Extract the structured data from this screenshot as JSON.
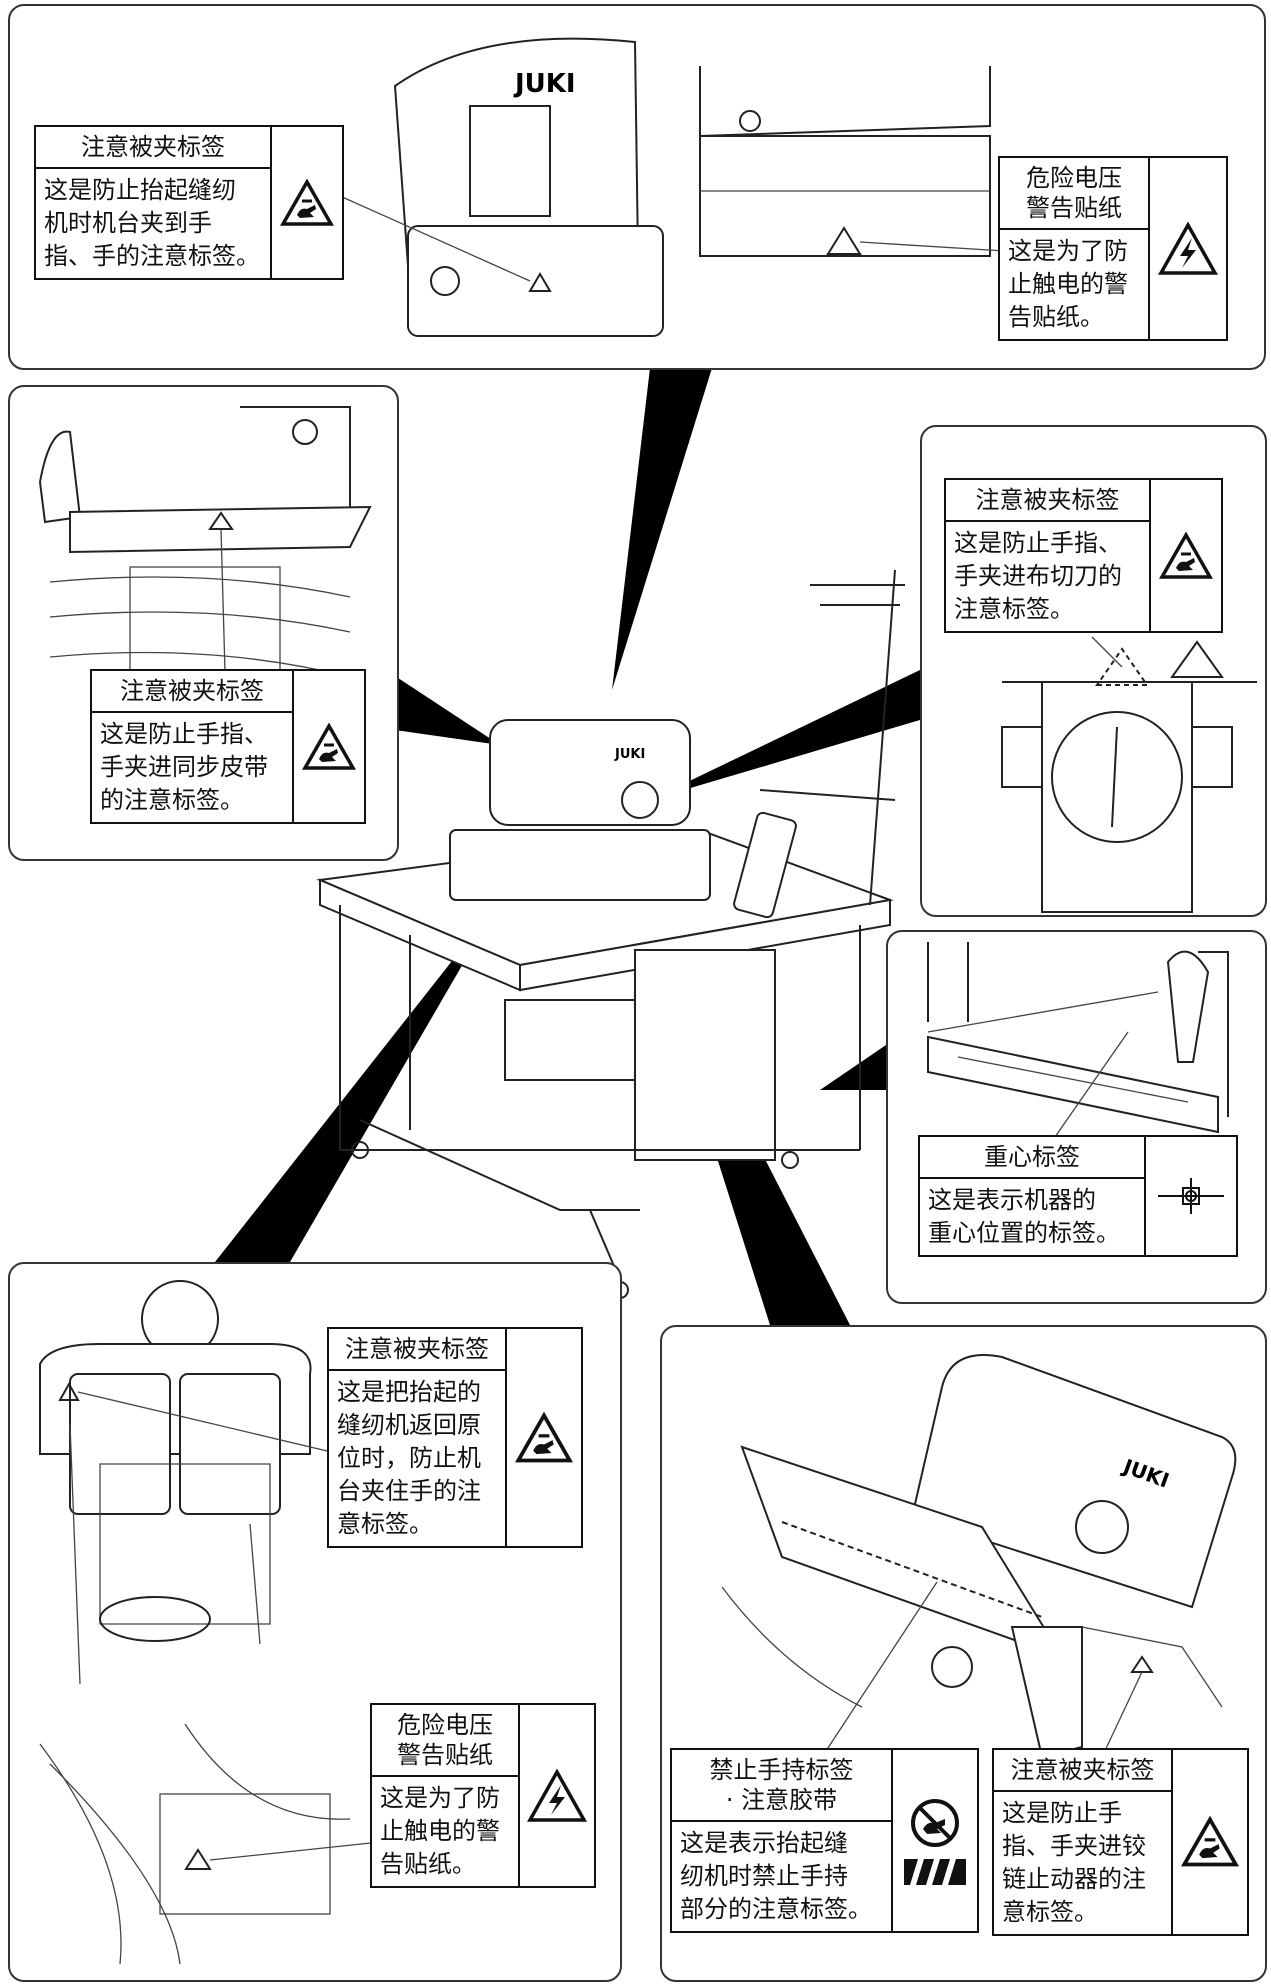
{
  "labels": {
    "top_left": {
      "title": "注意被夹标签",
      "body": "这是防止抬起缝纫\n机时机台夹到手\n指、手的注意标签。",
      "icon": "hand-pinch-warning-icon"
    },
    "top_right": {
      "title": "危险电压\n警告贴纸",
      "body": "这是为了防\n止触电的警\n告贴纸。",
      "icon": "high-voltage-warning-icon"
    },
    "mid_left": {
      "title": "注意被夹标签",
      "body": "这是防止手指、\n手夹进同步皮带\n的注意标签。",
      "icon": "hand-pinch-warning-icon"
    },
    "mid_right": {
      "title": "注意被夹标签",
      "body": "这是防止手指、\n手夹进布切刀的\n注意标签。",
      "icon": "hand-pinch-warning-icon"
    },
    "gravity": {
      "title": "重心标签",
      "body": "这是表示机器的\n重心位置的标签。",
      "icon": "center-of-gravity-icon"
    },
    "bottom_left_upper": {
      "title": "注意被夹标签",
      "body": "这是把抬起的\n缝纫机返回原\n位时，防止机\n台夹住手的注\n意标签。",
      "icon": "hand-pinch-warning-icon"
    },
    "bottom_left_lower": {
      "title": "危险电压\n警告贴纸",
      "body": "这是为了防\n止触电的警\n告贴纸。",
      "icon": "high-voltage-warning-icon"
    },
    "bottom_right_left": {
      "title": "禁止手持标签\n· 注意胶带",
      "body": "这是表示抬起缝\n纫机时禁止手持\n部分的注意标签。",
      "icon": "no-hand-hold-prohibition-icon"
    },
    "bottom_right_right": {
      "title": "注意被夹标签",
      "body": "这是防止手\n指、手夹进铰\n链止动器的注\n意标签。",
      "icon": "hand-pinch-warning-icon"
    }
  },
  "brand": "JUKI",
  "colors": {
    "ink": "#111111",
    "background": "#ffffff",
    "callout": "#000000"
  }
}
